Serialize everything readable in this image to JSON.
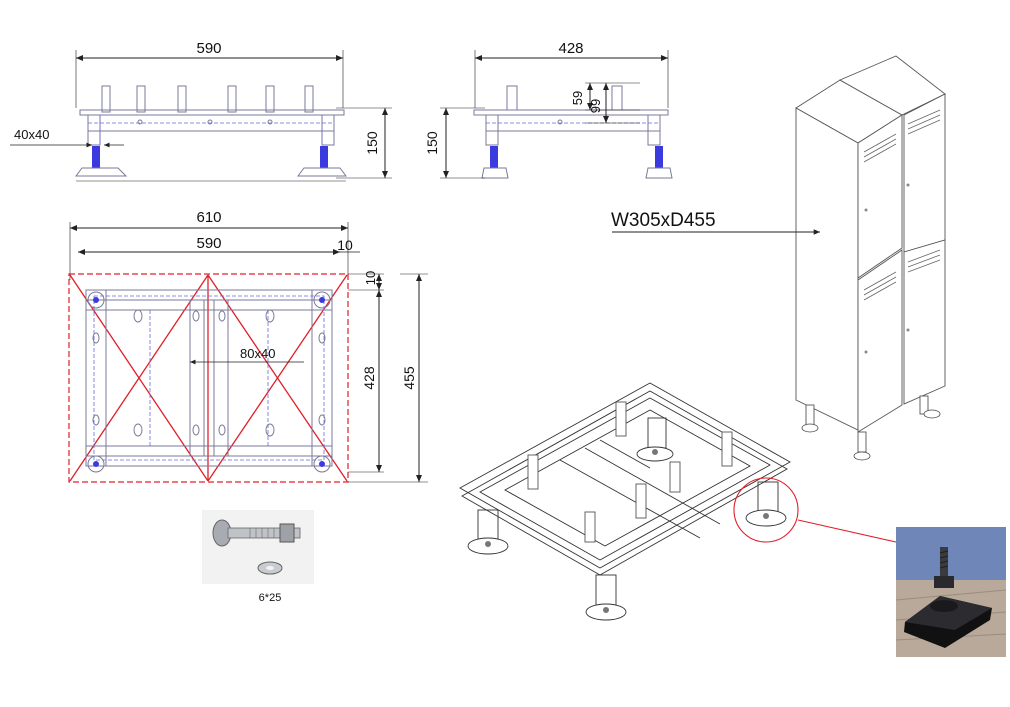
{
  "front_view": {
    "width": "590",
    "height": "150",
    "tube_label": "40x40"
  },
  "side_view": {
    "width": "428",
    "height": "150",
    "dim_small": "59",
    "dim_large": "99"
  },
  "plan_view": {
    "outer_width": "610",
    "inner_width": "590",
    "edge_right": "10",
    "edge_top": "10",
    "inner_depth": "428",
    "outer_depth": "455",
    "beam_label": "80x40"
  },
  "locker": {
    "size_label": "W305xD455"
  },
  "bolt": {
    "size_label": "6*25"
  },
  "colors": {
    "accent_red": "#e0202a",
    "frame_blue": "#3a3adf"
  }
}
